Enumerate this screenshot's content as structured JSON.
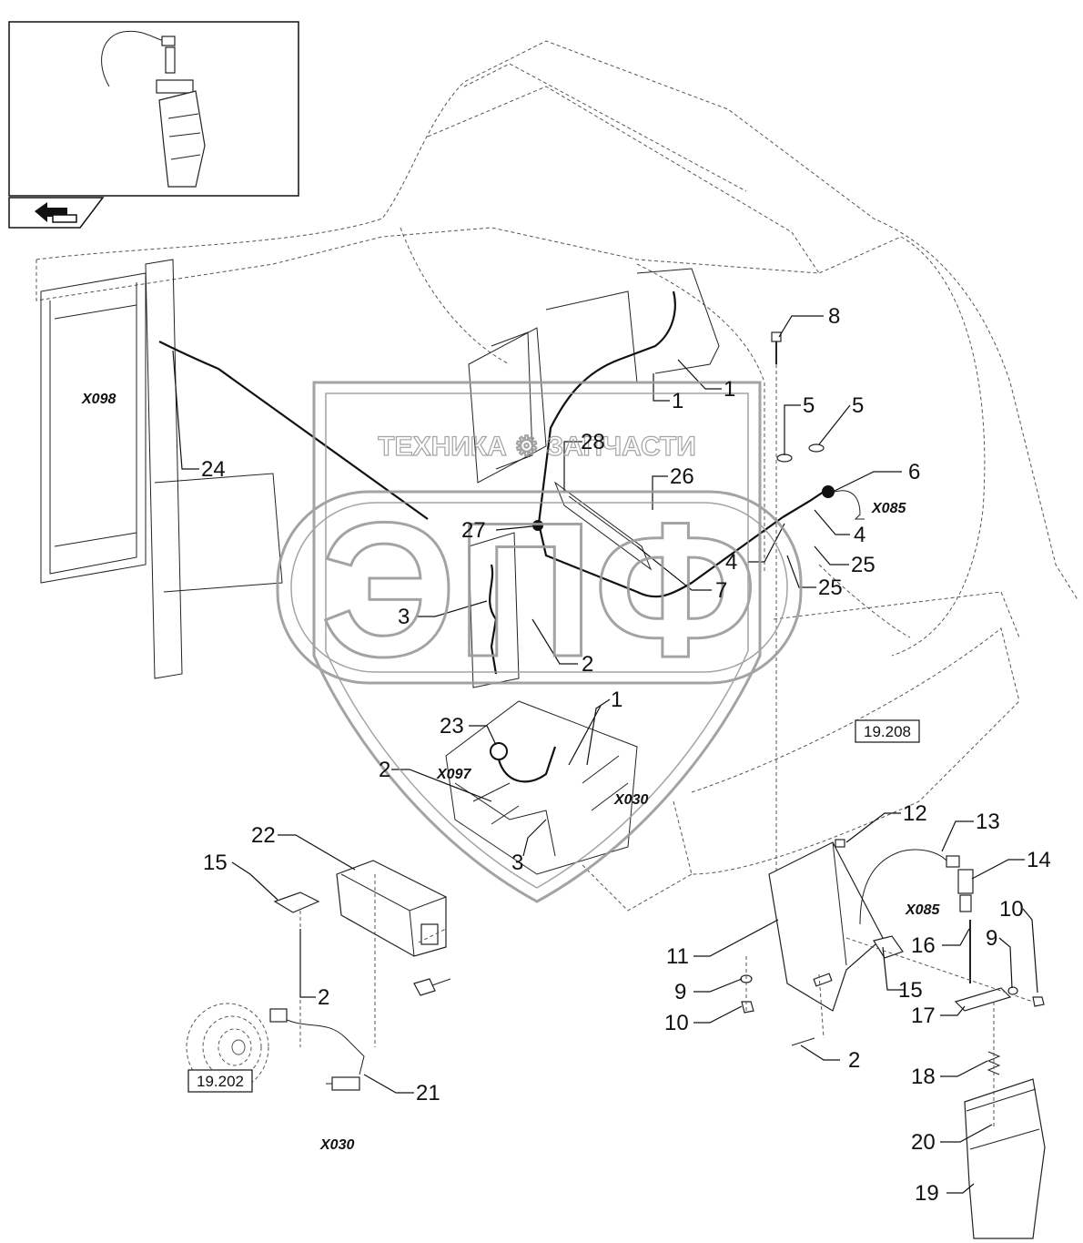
{
  "watermark": {
    "brand_line": "ТЕХНИКА ⚙ ЗАПЧАСТИ",
    "logo_text": "ЭПФ"
  },
  "reference_boxes": [
    {
      "id": "ref-19-208",
      "label": "19.208"
    },
    {
      "id": "ref-19-202",
      "label": "19.202"
    }
  ],
  "connectors": [
    {
      "id": "x098",
      "label": "X098"
    },
    {
      "id": "x085-top",
      "label": "X085"
    },
    {
      "id": "x097",
      "label": "X097"
    },
    {
      "id": "x030-mid",
      "label": "X030"
    },
    {
      "id": "x085-detail",
      "label": "X085"
    },
    {
      "id": "x030-bottom",
      "label": "X030"
    }
  ],
  "callouts": [
    {
      "id": "c8",
      "label": "8"
    },
    {
      "id": "c1a",
      "label": "1"
    },
    {
      "id": "c1b",
      "label": "1"
    },
    {
      "id": "c5a",
      "label": "5"
    },
    {
      "id": "c5b",
      "label": "5"
    },
    {
      "id": "c28",
      "label": "28"
    },
    {
      "id": "c6",
      "label": "6"
    },
    {
      "id": "c26",
      "label": "26"
    },
    {
      "id": "c24",
      "label": "24"
    },
    {
      "id": "c27",
      "label": "27"
    },
    {
      "id": "c4a",
      "label": "4"
    },
    {
      "id": "c4b",
      "label": "4"
    },
    {
      "id": "c25a",
      "label": "25"
    },
    {
      "id": "c25b",
      "label": "25"
    },
    {
      "id": "c7",
      "label": "7"
    },
    {
      "id": "c3a",
      "label": "3"
    },
    {
      "id": "c2a",
      "label": "2"
    },
    {
      "id": "c1c",
      "label": "1"
    },
    {
      "id": "c23",
      "label": "23"
    },
    {
      "id": "c2b",
      "label": "2"
    },
    {
      "id": "c3b",
      "label": "3"
    },
    {
      "id": "c22",
      "label": "22"
    },
    {
      "id": "c15a",
      "label": "15"
    },
    {
      "id": "c2c",
      "label": "2"
    },
    {
      "id": "c21",
      "label": "21"
    },
    {
      "id": "c12",
      "label": "12"
    },
    {
      "id": "c13",
      "label": "13"
    },
    {
      "id": "c14",
      "label": "14"
    },
    {
      "id": "c10a",
      "label": "10"
    },
    {
      "id": "c16",
      "label": "16"
    },
    {
      "id": "c9a",
      "label": "9"
    },
    {
      "id": "c11",
      "label": "11"
    },
    {
      "id": "c15b",
      "label": "15"
    },
    {
      "id": "c17",
      "label": "17"
    },
    {
      "id": "c9b",
      "label": "9"
    },
    {
      "id": "c10b",
      "label": "10"
    },
    {
      "id": "c2d",
      "label": "2"
    },
    {
      "id": "c18",
      "label": "18"
    },
    {
      "id": "c20",
      "label": "20"
    },
    {
      "id": "c19",
      "label": "19"
    }
  ],
  "icons": {
    "inset_nav": "back-arrow-icon"
  }
}
